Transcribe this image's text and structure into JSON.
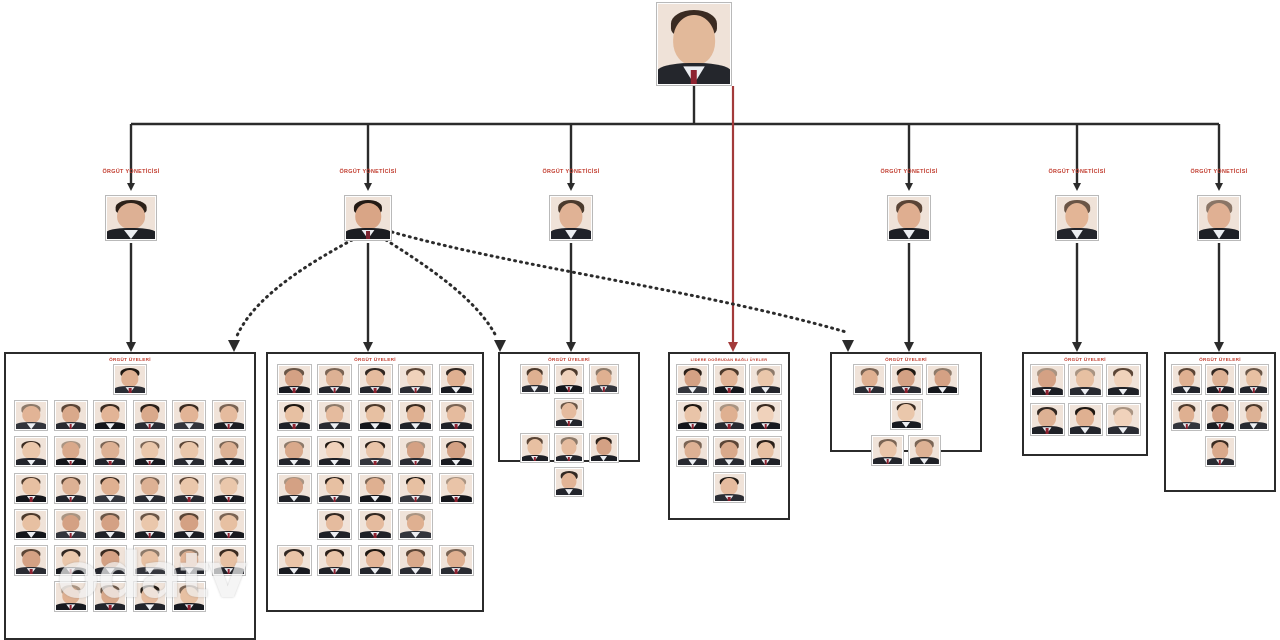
{
  "chart_meta": {
    "type": "org-chart",
    "title_visible": false,
    "background": "#ffffff",
    "line_color": "#2b2b2b",
    "highlight_line_color": "#a33a3a",
    "role_label_color": "#c0392b",
    "box_border_color": "#2b2b2b"
  },
  "watermark": {
    "text": "odatv"
  },
  "labels": {
    "manager": "ÖRGÜT YÖNETİCİSİ",
    "members": "ÖRGÜT ÜYELERİ",
    "direct_members": "LİDERE DOĞRUDAN BAĞLI ÜYELER"
  },
  "leader": {
    "role": "",
    "name": "",
    "photo": "leader-photo"
  },
  "managers": [
    {
      "id": "m1",
      "role_label": "ÖRGÜT YÖNETİCİSİ",
      "name": "",
      "photo": "manager-photo-1"
    },
    {
      "id": "m2",
      "role_label": "ÖRGÜT YÖNETİCİSİ",
      "name": "",
      "photo": "manager-photo-2"
    },
    {
      "id": "m3",
      "role_label": "ÖRGÜT YÖNETİCİSİ",
      "name": "",
      "photo": "manager-photo-3"
    },
    {
      "id": "m4",
      "role_label": "ÖRGÜT YÖNETİCİSİ",
      "name": "",
      "photo": "manager-photo-4"
    },
    {
      "id": "m5",
      "role_label": "ÖRGÜT YÖNETİCİSİ",
      "name": "",
      "photo": "manager-photo-5"
    },
    {
      "id": "m6",
      "role_label": "ÖRGÜT YÖNETİCİSİ",
      "name": "",
      "photo": "manager-photo-6"
    }
  ],
  "groups": [
    {
      "id": "g1",
      "header": "ÖRGÜT ÜYELERİ",
      "member_count": 35,
      "rows": [
        1,
        6,
        6,
        6,
        6,
        6,
        4
      ],
      "note": "largest group, first row single centered member"
    },
    {
      "id": "g2",
      "header": "ÖRGÜT ÜYELERİ",
      "member_count": 28,
      "rows": [
        5,
        5,
        5,
        5,
        3,
        5
      ]
    },
    {
      "id": "g3",
      "header": "ÖRGÜT ÜYELERİ",
      "member_count": 8,
      "rows": [
        4,
        4
      ]
    },
    {
      "id": "g4",
      "header": "LİDERE DOĞRUDAN BAĞLI ÜYELER",
      "member_count": 10,
      "rows": [
        3,
        3,
        3,
        1
      ],
      "connected_to": "leader",
      "connector_color": "#a33a3a"
    },
    {
      "id": "g5",
      "header": "ÖRGÜT ÜYELERİ",
      "member_count": 6,
      "rows": [
        4,
        2
      ]
    },
    {
      "id": "g6",
      "header": "ÖRGÜT ÜYELERİ",
      "member_count": 6,
      "rows": [
        3,
        3
      ]
    },
    {
      "id": "g7",
      "header": "ÖRGÜT ÜYELERİ",
      "member_count": 7,
      "rows": [
        3,
        3,
        1
      ]
    }
  ],
  "connections": {
    "solid": [
      {
        "from": "leader",
        "to": "m1"
      },
      {
        "from": "leader",
        "to": "m2"
      },
      {
        "from": "leader",
        "to": "m3"
      },
      {
        "from": "leader",
        "to": "m4"
      },
      {
        "from": "leader",
        "to": "m5"
      },
      {
        "from": "leader",
        "to": "m6"
      },
      {
        "from": "m1",
        "to": "g1"
      },
      {
        "from": "m3",
        "to": "g3"
      },
      {
        "from": "m4",
        "to": "g5"
      },
      {
        "from": "m5",
        "to": "g6"
      },
      {
        "from": "m6",
        "to": "g7"
      }
    ],
    "red": [
      {
        "from": "leader",
        "to": "g4"
      }
    ],
    "dotted": [
      {
        "from": "m2",
        "to": "g1"
      },
      {
        "from": "m2",
        "to": "g2"
      },
      {
        "from": "m2",
        "to": "g3"
      },
      {
        "from": "m2",
        "to": "g5"
      }
    ]
  }
}
